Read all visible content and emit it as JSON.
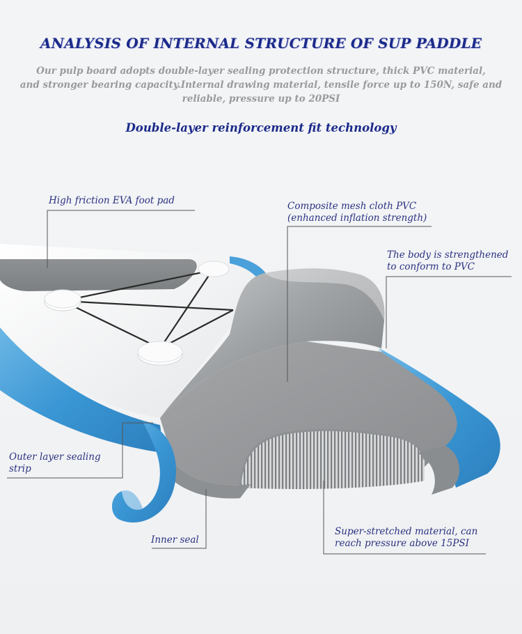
{
  "header": {
    "title": "ANALYSIS OF INTERNAL STRUCTURE OF SUP PADDLE",
    "subtitle_lines": [
      "Our pulp board adopts double-layer sealing protection structure, thick PVC material,",
      "and stronger bearing capacity.Internal drawing material, tensile force up to 150N, safe and",
      "reliable, pressure up to 20PSI"
    ],
    "section_heading": "Double-layer reinforcement fit technology"
  },
  "callouts": {
    "eva_pad": {
      "lines": [
        "High friction EVA foot pad"
      ]
    },
    "mesh_cloth": {
      "lines": [
        "Composite mesh cloth PVC",
        "(enhanced inflation strength)"
      ]
    },
    "body": {
      "lines": [
        "The body is strengthened",
        "to conform to PVC"
      ]
    },
    "outer_strip": {
      "lines": [
        "Outer layer sealing",
        "strip"
      ]
    },
    "inner_seal": {
      "lines": [
        "Inner seal"
      ]
    },
    "drop_stitch": {
      "lines": [
        "Super-stretched material, can",
        "reach pressure above 15PSI"
      ]
    }
  },
  "colors": {
    "title": "#1b2a8a",
    "subtitle": "#9a9a9a",
    "label": "#2a3280",
    "board_blue": "#3d9ad6",
    "pad_gray": "#8f9294",
    "pvc_gray": "#a8aaac",
    "leader_line": "#555555"
  }
}
